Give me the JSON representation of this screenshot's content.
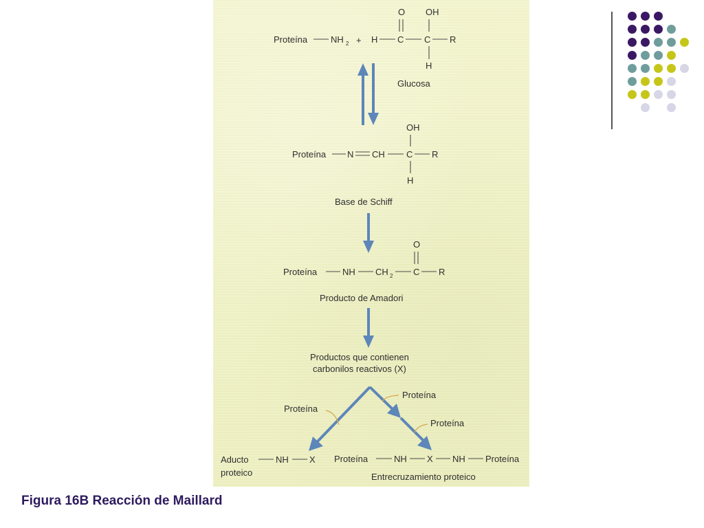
{
  "caption": "Figura 16B Reacción de Maillard",
  "decor_colors": {
    "purple": "#3b1864",
    "teal": "#6e9d9c",
    "yellow": "#c6c61a",
    "lavender": "#d6d6e6",
    "arrow": "#5d86b9",
    "leader": "#d5a84f"
  },
  "reactant": {
    "protein": "Proteína",
    "amine": "NH",
    "amine_sub": "2",
    "plus": "+",
    "h": "H",
    "c1": "C",
    "c2": "C",
    "o": "O",
    "oh": "OH",
    "r": "R",
    "h_bottom": "H",
    "label": "Glucosa"
  },
  "schiff": {
    "protein": "Proteína",
    "n": "N",
    "ch": "CH",
    "c": "C",
    "oh": "OH",
    "r": "R",
    "h_bottom": "H",
    "label": "Base de Schiff"
  },
  "amadori": {
    "protein": "Proteína",
    "nh": "NH",
    "ch": "CH",
    "ch_sub": "2",
    "c": "C",
    "o": "O",
    "r": "R",
    "label": "Producto de Amadori"
  },
  "carbonyl": {
    "line1": "Productos que contienen",
    "line2": "carbonilos reactivos (X)"
  },
  "branch": {
    "protein_left": "Proteína",
    "protein_right_1": "Proteína",
    "protein_right_2": "Proteína"
  },
  "adduct": {
    "label1": "Aducto",
    "label2": "proteico",
    "nh": "NH",
    "x": "X"
  },
  "crosslink": {
    "protein_left": "Proteína",
    "nh1": "NH",
    "x": "X",
    "nh2": "NH",
    "protein_right": "Proteína",
    "label": "Entrecruzamiento proteico"
  }
}
